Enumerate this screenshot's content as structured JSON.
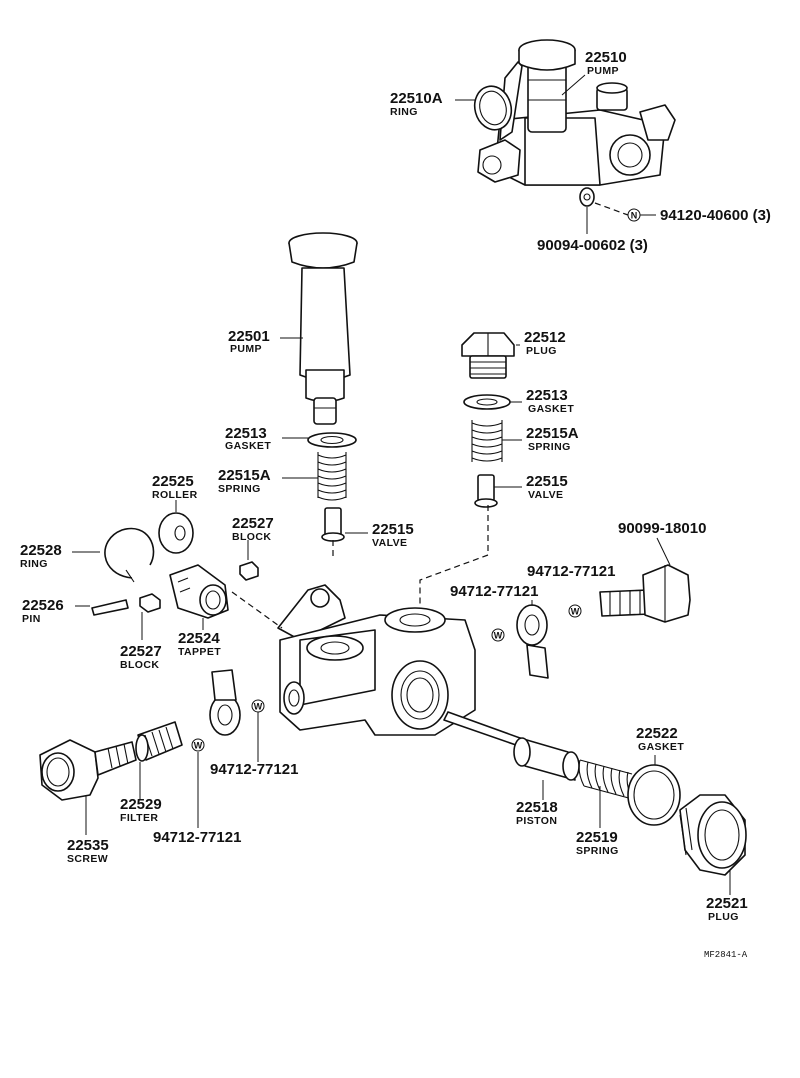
{
  "diagram_code": "MF2841-A",
  "callouts": {
    "c22510": {
      "num": "22510",
      "name": "PUMP"
    },
    "c22510a": {
      "num": "22510A",
      "name": "RING"
    },
    "c94120": {
      "num": "94120-40600 (3)",
      "circle": "N"
    },
    "c90094": {
      "num": "90094-00602 (3)"
    },
    "c22501": {
      "num": "22501",
      "name": "PUMP"
    },
    "c22512": {
      "num": "22512",
      "name": "PLUG"
    },
    "c22513r": {
      "num": "22513",
      "name": "GASKET"
    },
    "c22513l": {
      "num": "22513",
      "name": "GASKET"
    },
    "c22515ar": {
      "num": "22515A",
      "name": "SPRING"
    },
    "c22515al": {
      "num": "22515A",
      "name": "SPRING"
    },
    "c22515r": {
      "num": "22515",
      "name": "VALVE"
    },
    "c22515l": {
      "num": "22515",
      "name": "VALVE"
    },
    "c22525": {
      "num": "22525",
      "name": "ROLLER"
    },
    "c22527t": {
      "num": "22527",
      "name": "BLOCK"
    },
    "c22528": {
      "num": "22528",
      "name": "RING"
    },
    "c22526": {
      "num": "22526",
      "name": "PIN"
    },
    "c22527b": {
      "num": "22527",
      "name": "BLOCK"
    },
    "c22524": {
      "num": "22524",
      "name": "TAPPET"
    },
    "c90099": {
      "num": "90099-18010"
    },
    "c94712a": {
      "num": "94712-77121",
      "circle": "W"
    },
    "c94712b": {
      "num": "94712-77121",
      "circle": "W"
    },
    "c94712c": {
      "num": "94712-77121",
      "circle": "W"
    },
    "c94712d": {
      "num": "94712-77121",
      "circle": "W"
    },
    "c22522": {
      "num": "22522",
      "name": "GASKET"
    },
    "c22529": {
      "num": "22529",
      "name": "FILTER"
    },
    "c22535": {
      "num": "22535",
      "name": "SCREW"
    },
    "c22518": {
      "num": "22518",
      "name": "PISTON"
    },
    "c22519": {
      "num": "22519",
      "name": "SPRING"
    },
    "c22521": {
      "num": "22521",
      "name": "PLUG"
    }
  }
}
